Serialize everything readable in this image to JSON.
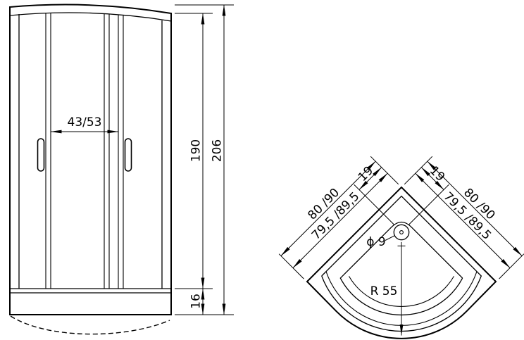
{
  "front_view": {
    "door_opening": "43/53",
    "glass_height": "190",
    "total_height": "206",
    "tray_height": "16"
  },
  "top_view": {
    "outer_size_left": "80 /90",
    "inner_size_left": "79,5 /89,5",
    "outer_size_right": "80 /90",
    "inner_size_right": "79,5 /89,5",
    "drain_offset_left": "19",
    "drain_offset_right": "19",
    "drain_diameter": "ϕ 9",
    "front_radius": "R 55"
  }
}
